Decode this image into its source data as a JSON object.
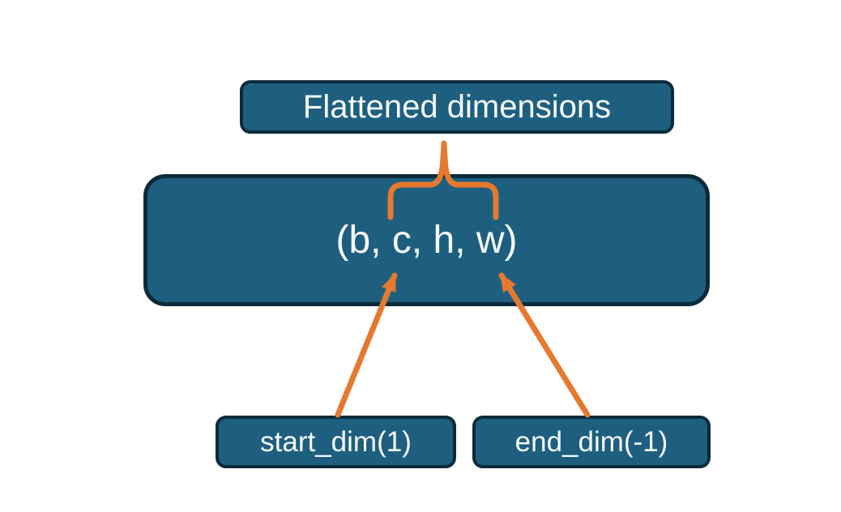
{
  "diagram": {
    "nodes": {
      "title": {
        "label": "Flattened dimensions"
      },
      "main": {
        "label": "(b, c, h, w)"
      },
      "start": {
        "label": "start_dim(1)"
      },
      "end": {
        "label": "end_dim(-1)"
      }
    },
    "connectors": {
      "brace_icon": "overbrace-icon",
      "arrow_left_icon": "up-right-arrow-icon",
      "arrow_right_icon": "up-left-arrow-icon"
    },
    "colors": {
      "background": "#ffffff",
      "box_fill": "#1e5f80",
      "box_border": "#0c2b3a",
      "accent_orange": "#e5792f",
      "text": "#f7fafc"
    }
  }
}
